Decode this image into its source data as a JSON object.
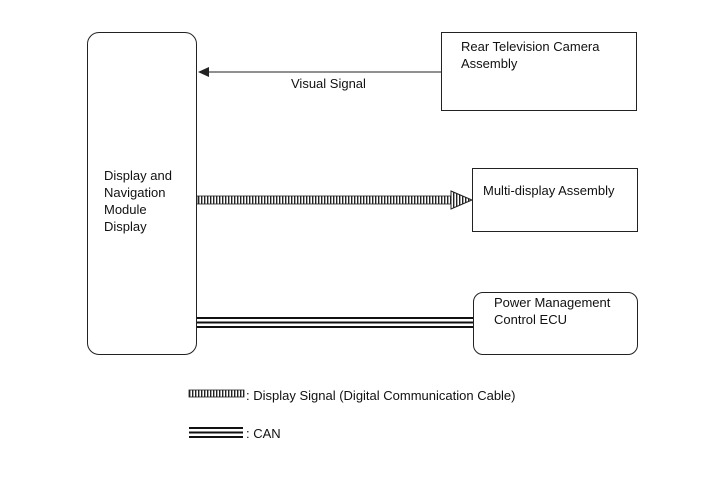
{
  "nodes": {
    "display_module": "Display and\nNavigation\nModule\nDisplay",
    "rear_camera": "Rear Television Camera\nAssembly",
    "multi_display": "Multi-display Assembly",
    "power_ecu": "Power Management\nControl ECU"
  },
  "connections": {
    "visual_signal": "Visual Signal"
  },
  "legend": {
    "display_signal": ": Display Signal (Digital Communication Cable)",
    "can": ": CAN"
  }
}
